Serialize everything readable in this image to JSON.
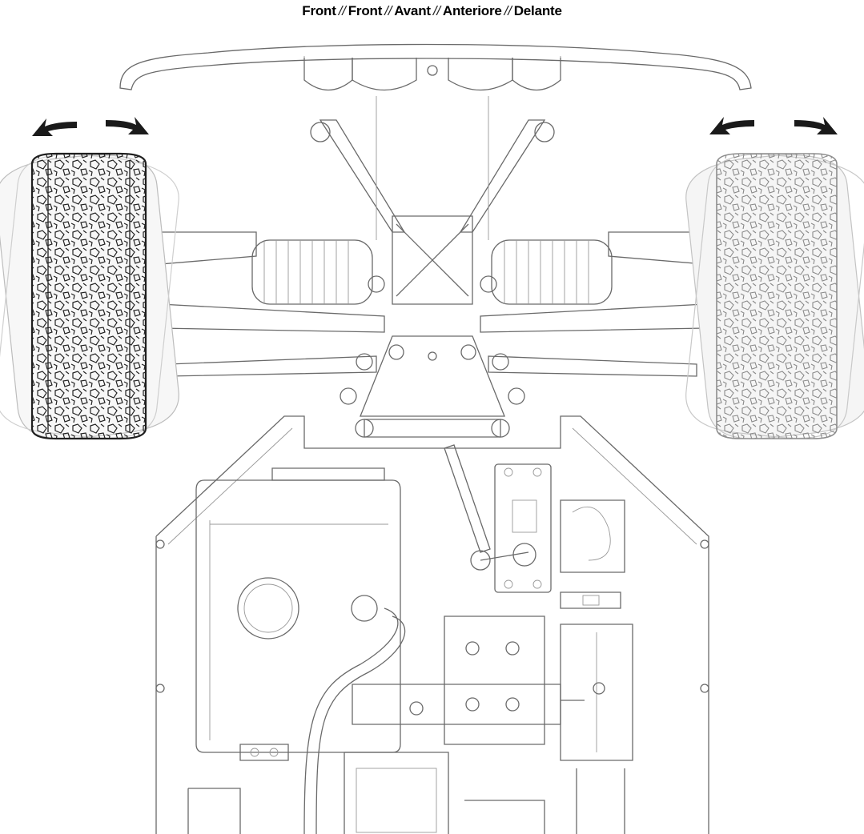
{
  "heading": {
    "terms": [
      "Front",
      "Front",
      "Avant",
      "Anteriore",
      "Delante"
    ],
    "separator": "//"
  },
  "colors": {
    "line": "#6a6a6a",
    "dark_tire": "#2c2c2c",
    "ghost_tire": "#bdbdbd",
    "arrow": "#1a1a1a"
  },
  "icons": {
    "left_turn_arrows": "curved-arrow-icon",
    "right_turn_arrows": "curved-arrow-icon"
  }
}
